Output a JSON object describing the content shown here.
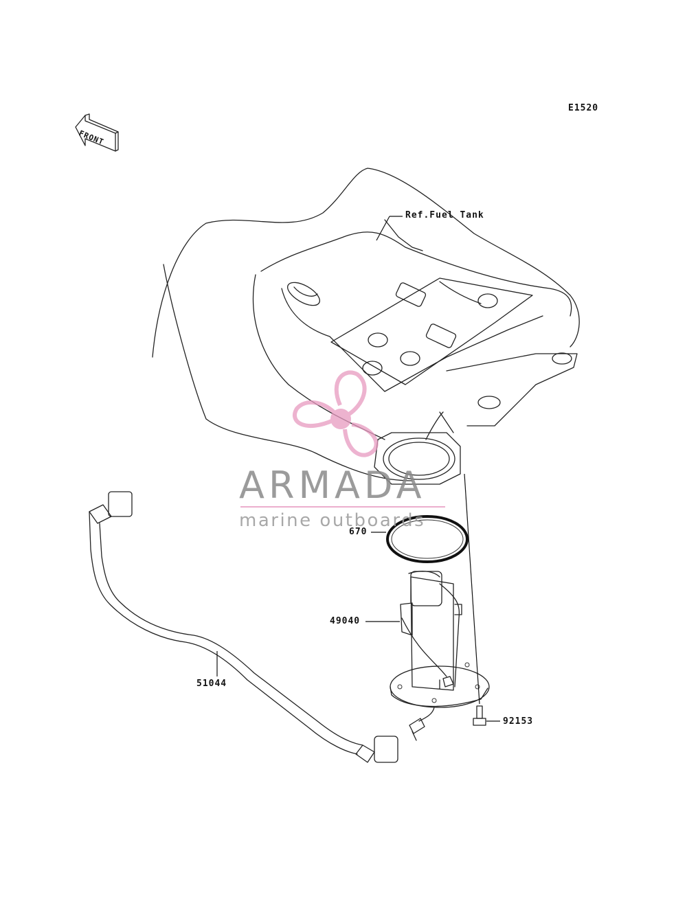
{
  "diagram": {
    "code": "E1520",
    "front_label": "FRONT",
    "ref_label": "Ref.Fuel Tank",
    "parts": [
      {
        "number": "670"
      },
      {
        "number": "49040"
      },
      {
        "number": "51044"
      },
      {
        "number": "92153"
      }
    ]
  },
  "watermark": {
    "brand": "ARMADA",
    "tagline": "marine outboards",
    "accent_color": "#e79ac0"
  }
}
